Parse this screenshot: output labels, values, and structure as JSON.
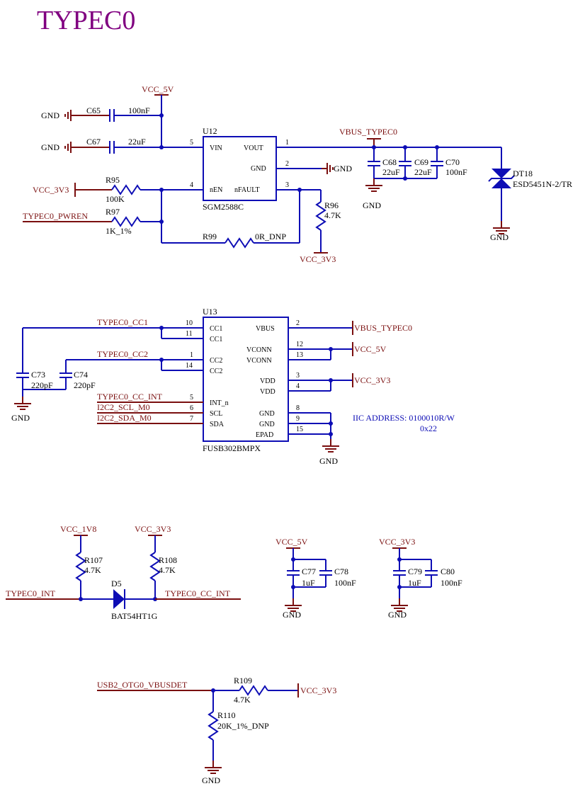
{
  "title": "TYPEC0",
  "colors": {
    "title": "#800080",
    "net": "#7a0f0f",
    "wire": "#0d0db5",
    "label": "#000000"
  },
  "power": {
    "vcc_5v": "VCC_5V",
    "vcc_3v3": "VCC_3V3",
    "vcc_1v8": "VCC_1V8",
    "gnd": "GND",
    "vbus_typec0": "VBUS_TYPEC0"
  },
  "nets": {
    "typec0_pwren": "TYPEC0_PWREN",
    "typec0_cc1": "TYPEC0_CC1",
    "typec0_cc2": "TYPEC0_CC2",
    "typec0_cc_int": "TYPEC0_CC_INT",
    "i2c2_scl": "I2C2_SCL_M0",
    "i2c2_sda": "I2C2_SDA_M0",
    "typec0_int": "TYPEC0_INT",
    "usb2_vbusdet": "USB2_OTG0_VBUSDET"
  },
  "components": {
    "c65": {
      "ref": "C65",
      "value": "100nF"
    },
    "c67": {
      "ref": "C67",
      "value": "22uF"
    },
    "r95": {
      "ref": "R95",
      "value": "100K"
    },
    "r97": {
      "ref": "R97",
      "value": "1K_1%"
    },
    "r99": {
      "ref": "R99",
      "value": "0R_DNP"
    },
    "r96": {
      "ref": "R96",
      "value": "4.7K"
    },
    "c68": {
      "ref": "C68",
      "value": "22uF"
    },
    "c69": {
      "ref": "C69",
      "value": "22uF"
    },
    "c70": {
      "ref": "C70",
      "value": "100nF"
    },
    "dt18": {
      "ref": "DT18",
      "value": "ESD5451N-2/TR"
    },
    "c73": {
      "ref": "C73",
      "value": "220pF"
    },
    "c74": {
      "ref": "C74",
      "value": "220pF"
    },
    "r107": {
      "ref": "R107",
      "value": "4.7K"
    },
    "r108": {
      "ref": "R108",
      "value": "4.7K"
    },
    "d5": {
      "ref": "D5",
      "value": "BAT54HT1G"
    },
    "c77": {
      "ref": "C77",
      "value": "1uF"
    },
    "c78": {
      "ref": "C78",
      "value": "100nF"
    },
    "c79": {
      "ref": "C79",
      "value": "1uF"
    },
    "c80": {
      "ref": "C80",
      "value": "100nF"
    },
    "r109": {
      "ref": "R109",
      "value": "4.7K"
    },
    "r110": {
      "ref": "R110",
      "value": "20K_1%_DNP"
    }
  },
  "u12": {
    "ref": "U12",
    "part": "SGM2588C",
    "pins": {
      "vin": {
        "name": "VIN",
        "num": "5"
      },
      "vout": {
        "name": "VOUT",
        "num": "1"
      },
      "gnd": {
        "name": "GND",
        "num": "2"
      },
      "nen": {
        "name": "nEN",
        "num": "4"
      },
      "nfault": {
        "name": "nFAULT",
        "num": "3"
      }
    }
  },
  "u13": {
    "ref": "U13",
    "part": "FUSB302BMPX",
    "pins": [
      {
        "name": "CC1",
        "num": "10"
      },
      {
        "name": "CC1",
        "num": "11"
      },
      {
        "name": "CC2",
        "num": "1"
      },
      {
        "name": "CC2",
        "num": "14"
      },
      {
        "name": "INT_n",
        "num": "5"
      },
      {
        "name": "SCL",
        "num": "6"
      },
      {
        "name": "SDA",
        "num": "7"
      },
      {
        "name": "VBUS",
        "num": "2"
      },
      {
        "name": "VCONN",
        "num": "12"
      },
      {
        "name": "VCONN",
        "num": "13"
      },
      {
        "name": "VDD",
        "num": "3"
      },
      {
        "name": "VDD",
        "num": "4"
      },
      {
        "name": "GND",
        "num": "8"
      },
      {
        "name": "GND",
        "num": "9"
      },
      {
        "name": "EPAD",
        "num": "15"
      }
    ]
  },
  "notes": {
    "iic_address": "IIC ADDRESS:  0100010R/W",
    "iic_hex": "0x22"
  }
}
